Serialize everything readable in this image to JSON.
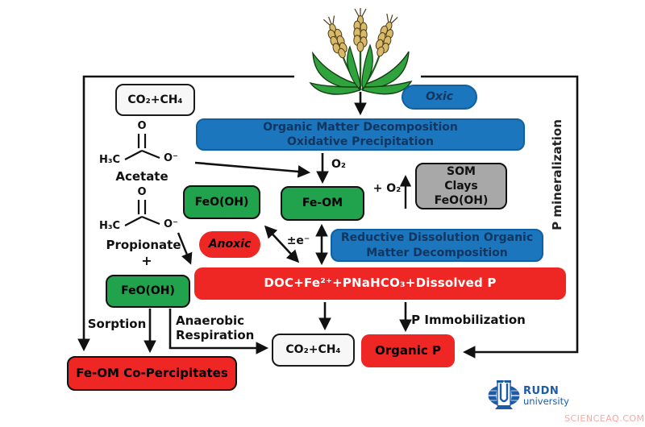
{
  "colors": {
    "blue": "#1b76bd",
    "blue_text": "#12365f",
    "green": "#21a34e",
    "red": "#ee2724",
    "gray": "#a8a8a8",
    "logo_blue": "#1d5ba5",
    "watermark_pink": "#f5aaa5"
  },
  "boxes": {
    "co2ch4_top": "CO₂+CH₄",
    "organic_matter_decomposition": [
      "Organic Matter Decomposition",
      "Oxidative Precipitation"
    ],
    "oxic": "Oxic",
    "feooh_1": "FeO(OH)",
    "feom": "Fe-OM",
    "som_stack": [
      "SOM",
      "Clays",
      "FeO(OH)"
    ],
    "anoxic": "Anoxic",
    "reductive_dissolution": [
      "Reductive Dissolution Organic",
      "Matter Decomposition"
    ],
    "doc": "DOC+Fe²⁺+PNaHCO₃+Dissolved P",
    "feooh_2": "FeO(OH)",
    "co_percipitates": "Fe-OM Co-Percipitates",
    "co2ch4_bottom": "CO₂+CH₄",
    "organic_p": "Organic P"
  },
  "labels": {
    "o2": "O₂",
    "plus_o2": "+ O₂",
    "pm_e": "±e⁻",
    "acetate": "Acetate",
    "propionate": "Propionate",
    "plus": "+",
    "sorption": "Sorption",
    "anaerobic_1": "Anaerobic",
    "anaerobic_2": "Respiration",
    "p_immobilization": "P Immobilization",
    "p_mineralization": "P mineralization"
  },
  "chem": {
    "o": "O",
    "h3c": "H₃C",
    "o_minus": "O⁻"
  },
  "logo": {
    "brand": "RUDN",
    "sub": "university"
  },
  "watermark": "SCIENCEAQ.COM"
}
